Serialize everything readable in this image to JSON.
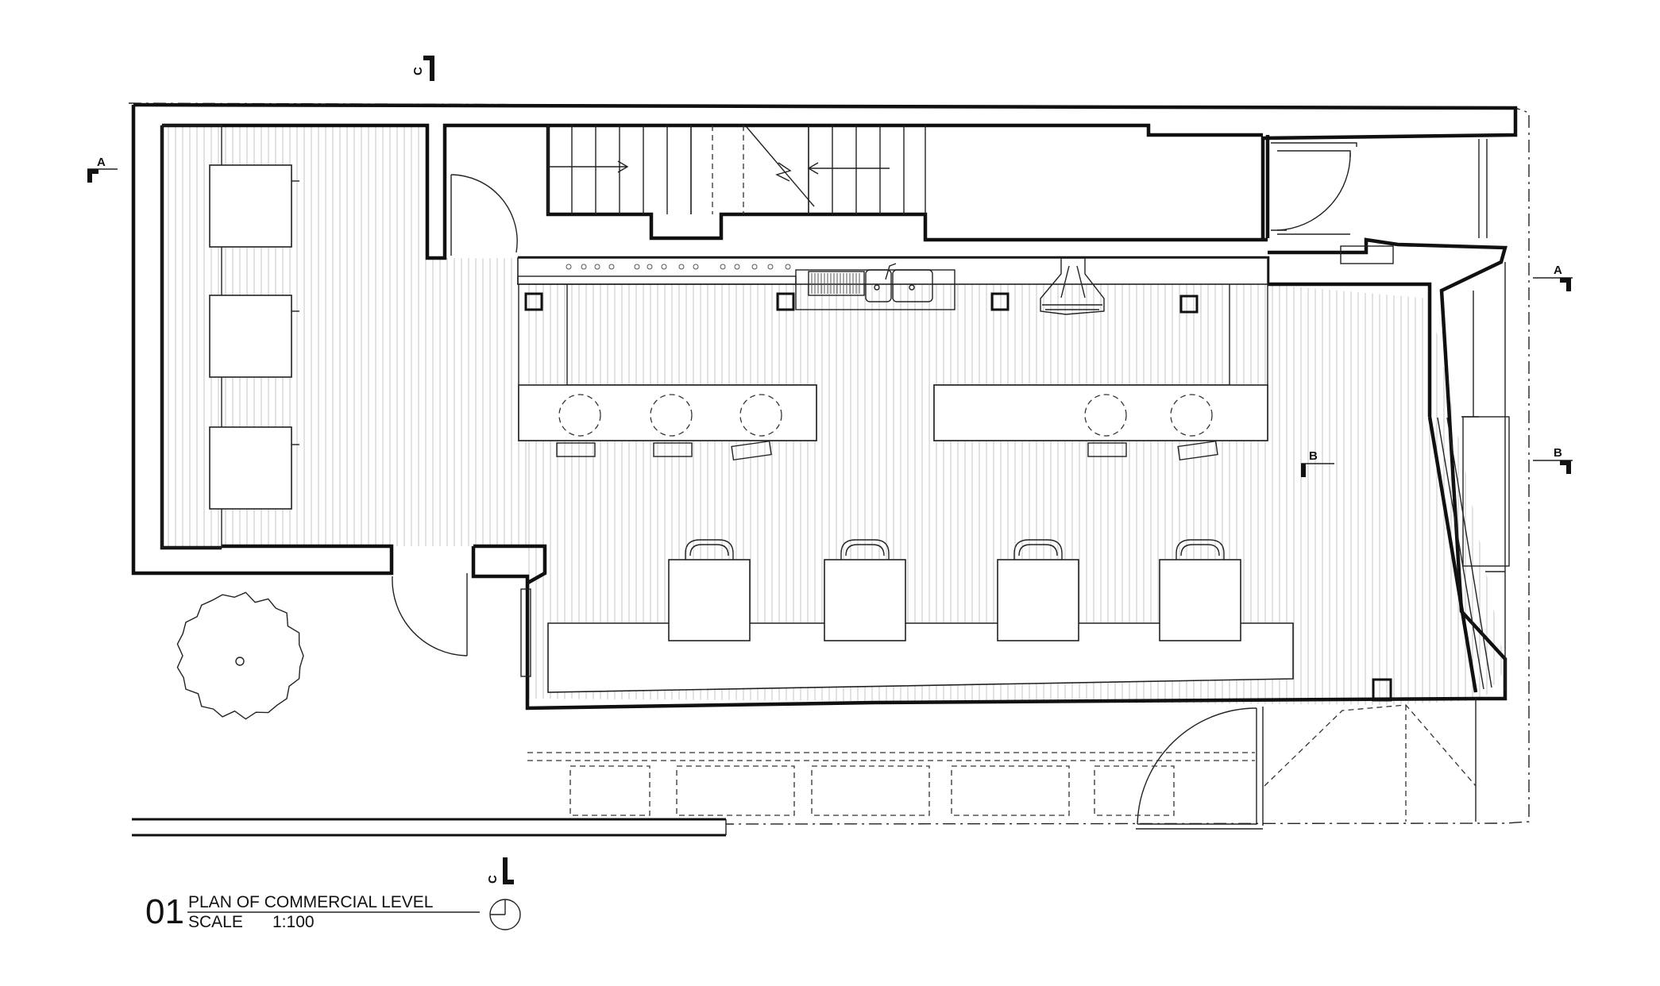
{
  "drawing": {
    "number": "01",
    "title": "PLAN OF COMMERCIAL LEVEL",
    "scale_label": "SCALE",
    "scale_value": "1:100"
  },
  "section_markers": {
    "a_left": "A",
    "a_right": "A",
    "b_interior": "B",
    "b_right": "B",
    "c_top": "C",
    "c_bottom": "C"
  }
}
